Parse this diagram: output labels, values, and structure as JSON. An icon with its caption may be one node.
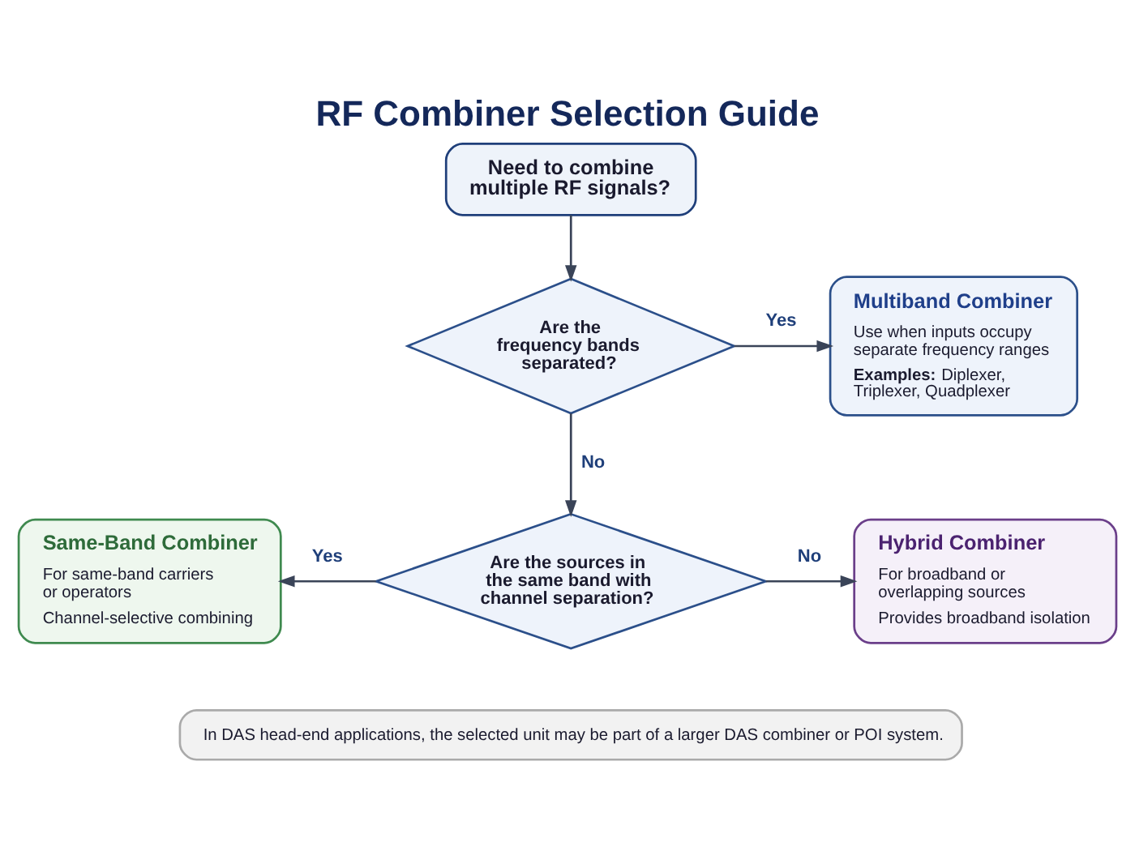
{
  "diagram": {
    "title": "RF Combiner Selection Guide",
    "nodes": [
      {
        "text": [
          "Need to combine multiple RF signals?"
        ]
      },
      {
        "text": [
          "Are the frequency bands separated?"
        ]
      },
      {
        "text": [
          "Multiband Combiner",
          "Use when inputs occupy separate frequency ranges",
          "**Examples:** Diplexer, Triplexer, Quadplexer"
        ]
      },
      {
        "text": [
          "Are the sources in the same band with channel separation?"
        ]
      },
      {
        "text": [
          "Same-Band Combiner",
          "For same-band carriers or operators",
          "Channel-selective combining"
        ]
      },
      {
        "text": [
          "Hybrid Combiner",
          "For broadband or overlapping sources",
          "Provides broadband isolation"
        ]
      },
      {
        "text": [
          "In DAS head-end applications, the selected unit may be part of a larger DAS combiner or POI system."
        ]
      }
    ],
    "edges": [
      {
        "from": 0,
        "to": 1,
        "arrow": "to"
      },
      {
        "from": 1,
        "to": 2,
        "arrow": "to",
        "label": "Yes"
      },
      {
        "from": 1,
        "to": 3,
        "arrow": "to",
        "label": "No"
      },
      {
        "from": 3,
        "to": 4,
        "arrow": "to",
        "label": "Yes"
      },
      {
        "from": 3,
        "to": 5,
        "arrow": "to",
        "label": "No"
      }
    ]
  }
}
